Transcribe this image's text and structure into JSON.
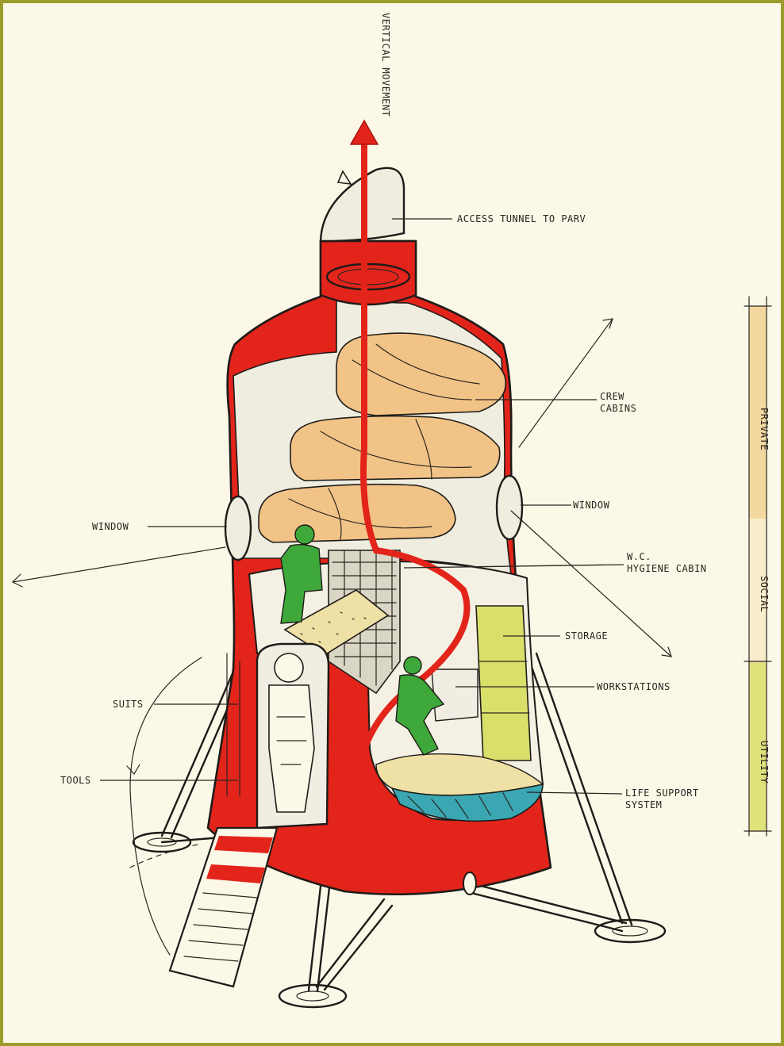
{
  "labels": {
    "vertical_movement": "VERTICAL MOVEMENT",
    "access_tunnel": "ACCESS TUNNEL TO PARV",
    "crew_cabins": [
      "CREW",
      "CABINS"
    ],
    "window_right": "WINDOW",
    "window_left": "WINDOW",
    "wc_hygiene": [
      "W.C.",
      "HYGIENE CABIN"
    ],
    "storage": "STORAGE",
    "workstations": "WORKSTATIONS",
    "suits": "SUITS",
    "tools": "TOOLS",
    "life_support": [
      "LIFE SUPPORT",
      "SYSTEM"
    ]
  },
  "zones": [
    "PRIVATE",
    "SOCIAL",
    "UTILITY"
  ],
  "colors": {
    "frame": "#9b9c2a",
    "paper": "#fbf8e8",
    "hull_red": "#e3241b",
    "cabin_orange": "#f2c386",
    "figure_green": "#3ea83a",
    "floor_sand": "#efe0a6",
    "life_support_teal": "#3aa7b2",
    "storage_yellow": "#d9e06a",
    "zone_private": "#f3d9a0",
    "zone_utility": "#dfe27a"
  }
}
